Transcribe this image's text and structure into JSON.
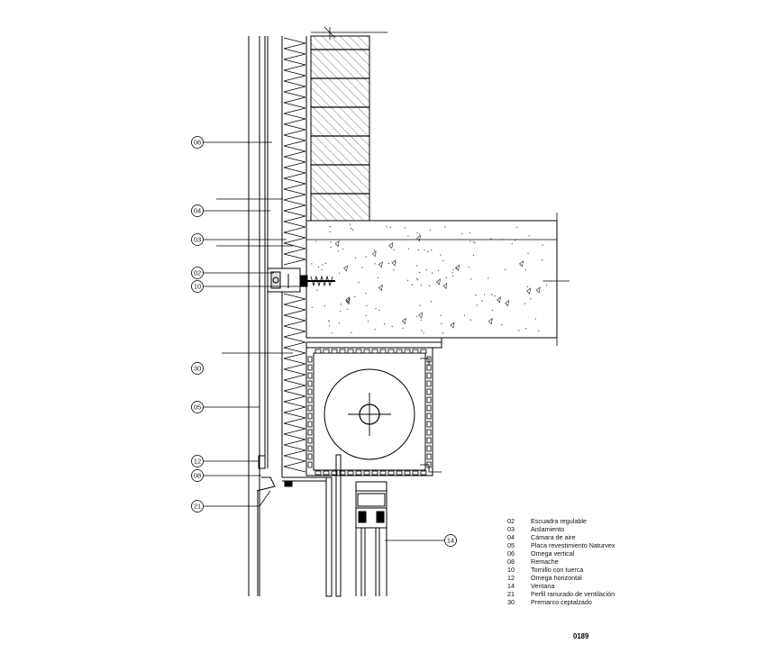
{
  "callouts": [
    {
      "number": "06"
    },
    {
      "number": "04"
    },
    {
      "number": "03"
    },
    {
      "number": "02"
    },
    {
      "number": "10"
    },
    {
      "number": "30"
    },
    {
      "number": "05"
    },
    {
      "number": "12"
    },
    {
      "number": "08"
    },
    {
      "number": "21"
    },
    {
      "number": "14"
    }
  ],
  "legend": {
    "items": [
      {
        "number": "02",
        "text": "Escuadra regulable"
      },
      {
        "number": "03",
        "text": "Aislamiento"
      },
      {
        "number": "04",
        "text": "Cámara de aire"
      },
      {
        "number": "05",
        "text": "Placa revestimiento Naturvex"
      },
      {
        "number": "06",
        "text": "Omega vertical"
      },
      {
        "number": "08",
        "text": "Remache"
      },
      {
        "number": "10",
        "text": "Tornillo con tuerca"
      },
      {
        "number": "12",
        "text": "Omega horizontal"
      },
      {
        "number": "14",
        "text": "Ventana"
      },
      {
        "number": "21",
        "text": "Perfil ranurado de ventilación"
      },
      {
        "number": "30",
        "text": "Premarco ceptalzado"
      }
    ]
  },
  "drawing_code": "0189",
  "colors": {
    "line": "#000000",
    "hatch": "#444444",
    "background": "#ffffff"
  }
}
